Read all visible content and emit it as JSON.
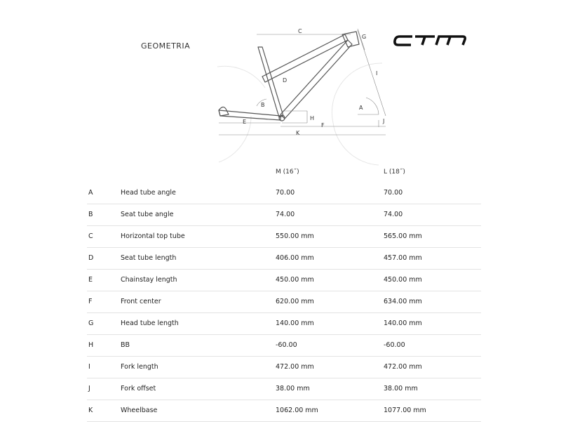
{
  "page": {
    "title": "GEOMETRIA",
    "brand": "CTM"
  },
  "diagram": {
    "labels": [
      "A",
      "B",
      "C",
      "D",
      "E",
      "F",
      "G",
      "H",
      "I",
      "J",
      "K"
    ]
  },
  "table": {
    "columns": [
      "M (16˝)",
      "L (18˝)"
    ],
    "rows": [
      {
        "letter": "A",
        "name": "Head tube angle",
        "m": "70.00",
        "l": "70.00"
      },
      {
        "letter": "B",
        "name": "Seat tube angle",
        "m": "74.00",
        "l": "74.00"
      },
      {
        "letter": "C",
        "name": "Horizontal top tube",
        "m": "550.00 mm",
        "l": "565.00 mm"
      },
      {
        "letter": "D",
        "name": "Seat tube length",
        "m": "406.00 mm",
        "l": "457.00 mm"
      },
      {
        "letter": "E",
        "name": "Chainstay length",
        "m": "450.00 mm",
        "l": "450.00 mm"
      },
      {
        "letter": "F",
        "name": "Front center",
        "m": "620.00 mm",
        "l": "634.00 mm"
      },
      {
        "letter": "G",
        "name": "Head tube length",
        "m": "140.00 mm",
        "l": "140.00 mm"
      },
      {
        "letter": "H",
        "name": "BB",
        "m": "-60.00",
        "l": "-60.00"
      },
      {
        "letter": "I",
        "name": "Fork length",
        "m": "472.00 mm",
        "l": "472.00 mm"
      },
      {
        "letter": "J",
        "name": "Fork offset",
        "m": "38.00 mm",
        "l": "38.00 mm"
      },
      {
        "letter": "K",
        "name": "Wheelbase",
        "m": "1062.00 mm",
        "l": "1077.00 mm"
      }
    ]
  }
}
